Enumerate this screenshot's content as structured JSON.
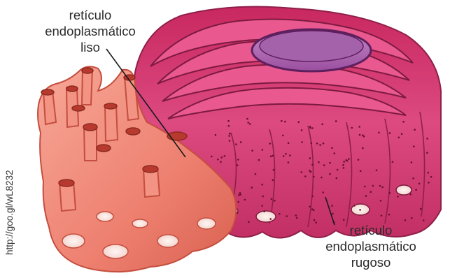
{
  "labels": {
    "smooth_er": [
      "retículo",
      "endoplasmático",
      "liso"
    ],
    "rough_er": [
      "retículo",
      "endoplasmático",
      "rugoso"
    ]
  },
  "source_url": "http://goo.gl/wL8232",
  "colors": {
    "smooth_er": "#f08a78",
    "smooth_er_dark": "#c44e3f",
    "rough_er": "#d83a74",
    "rough_er_dark": "#8f1f4a",
    "nuclear_envelope": "#8e3a8c",
    "ribosome": "#6b1030"
  }
}
